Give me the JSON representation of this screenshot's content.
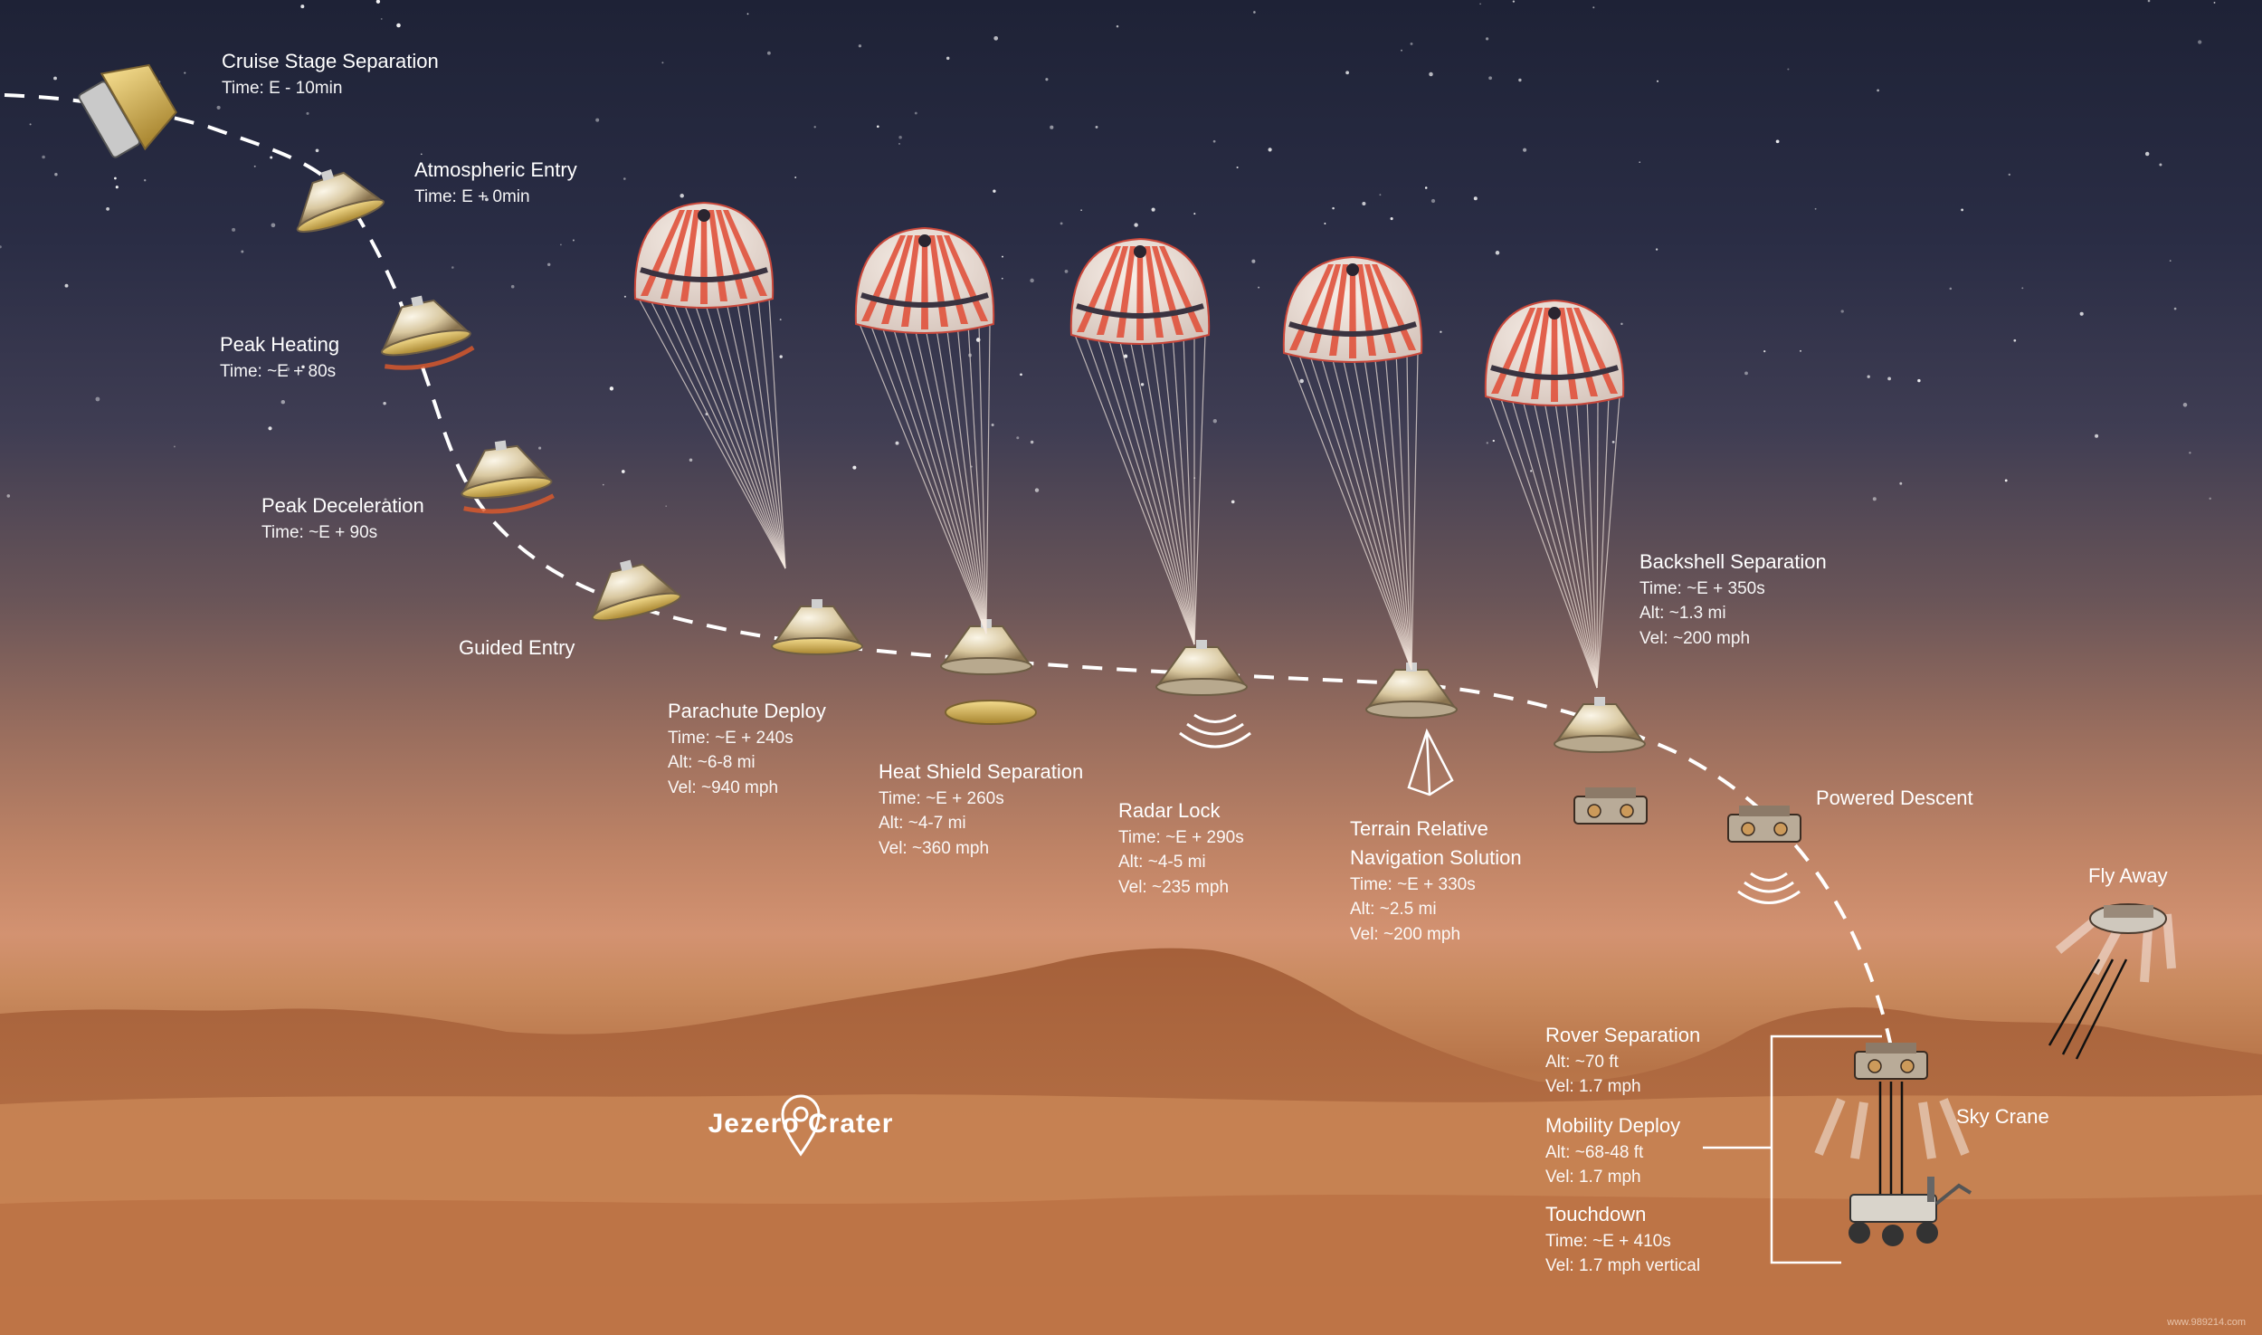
{
  "stages": [
    {
      "title": "Cruise Stage Separation",
      "lines": [
        "Time: E - 10min"
      ]
    },
    {
      "title": "Atmospheric Entry",
      "lines": [
        "Time: E + 0min"
      ]
    },
    {
      "title": "Peak Heating",
      "lines": [
        "Time: ~E + 80s"
      ]
    },
    {
      "title": "Peak Deceleration",
      "lines": [
        "Time: ~E + 90s"
      ]
    },
    {
      "title": "Guided Entry",
      "lines": []
    },
    {
      "title": "Parachute Deploy",
      "lines": [
        "Time: ~E + 240s",
        "Alt: ~6-8 mi",
        "Vel: ~940 mph"
      ]
    },
    {
      "title": "Heat Shield Separation",
      "lines": [
        "Time: ~E + 260s",
        "Alt: ~4-7 mi",
        "Vel: ~360 mph"
      ]
    },
    {
      "title": "Radar Lock",
      "lines": [
        "Time: ~E + 290s",
        "Alt: ~4-5 mi",
        "Vel: ~235 mph"
      ]
    },
    {
      "title": "Terrain Relative",
      "title2": "Navigation Solution",
      "lines": [
        "Time: ~E + 330s",
        "Alt: ~2.5 mi",
        "Vel: ~200 mph"
      ]
    },
    {
      "title": "Backshell Separation",
      "lines": [
        "Time: ~E + 350s",
        "Alt: ~1.3 mi",
        "Vel: ~200 mph"
      ]
    },
    {
      "title": "Powered Descent",
      "lines": []
    },
    {
      "title": "Fly Away",
      "lines": []
    },
    {
      "title": "Sky Crane",
      "lines": []
    },
    {
      "title": "Rover Separation",
      "lines": [
        "Alt: ~70 ft",
        "Vel: 1.7 mph"
      ]
    },
    {
      "title": "Mobility Deploy",
      "lines": [
        "Alt: ~68-48 ft",
        "Vel: 1.7 mph"
      ]
    },
    {
      "title": "Touchdown",
      "lines": [
        "Time: ~E + 410s",
        "Vel: 1.7 mph vertical"
      ]
    }
  ],
  "location": {
    "name": "Jezero Crater"
  },
  "credit": "www.989214.com",
  "colors": {
    "trajectory": "#ffffff",
    "chute_red": "#e0553f",
    "chute_white": "#f4ede6",
    "capsule": "#d9c8a6"
  },
  "icons": [
    "capsule-icon",
    "parachute-icon",
    "radar-waves-icon",
    "terrain-nav-cone-icon",
    "descent-stage-icon",
    "location-pin-icon",
    "rover-icon"
  ]
}
